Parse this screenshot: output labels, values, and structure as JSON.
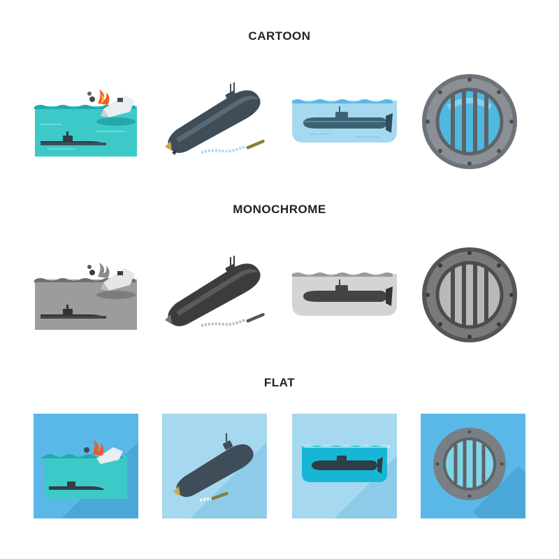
{
  "sections": {
    "cartoon": {
      "title": "CARTOON"
    },
    "monochrome": {
      "title": "MONOCHROME"
    },
    "flat": {
      "title": "FLAT"
    }
  },
  "icons": [
    "sinking-ship-icon",
    "submarine-torpedo-icon",
    "underwater-submarine-icon",
    "porthole-icon"
  ],
  "colors": {
    "sea": "#2ec4c4",
    "sea_light": "#5fd6d6",
    "sea_dark": "#1c9fa5",
    "water_cross": "#a9dcf0",
    "hull": "#3e4d57",
    "hull_light": "#5b6974",
    "flat_bg": "#5ab8e8",
    "flat_bg_light": "#8ed0f2",
    "porthole_frame": "#7a7f84",
    "porthole_glass": "#4fb8e0",
    "fire": "#f25a27",
    "mono_sea": "#9a9a9a",
    "mono_dark": "#3c3c3c"
  }
}
